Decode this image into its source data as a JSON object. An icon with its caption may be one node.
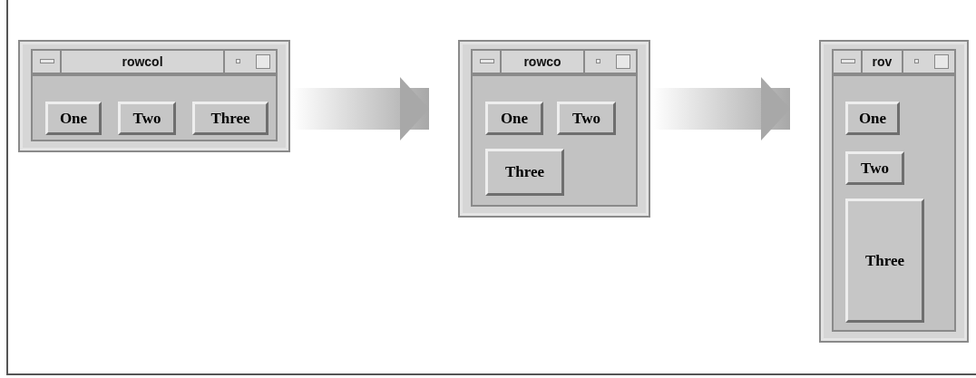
{
  "diagram": {
    "nodes": [
      {
        "text": [
          "rowcol"
        ]
      },
      {
        "text": [
          "One"
        ],
        "in": 0
      },
      {
        "text": [
          "Two"
        ],
        "in": 0
      },
      {
        "text": [
          "Three"
        ],
        "in": 0
      },
      {
        "text": [
          "rowco"
        ]
      },
      {
        "text": [
          "One"
        ],
        "in": 4
      },
      {
        "text": [
          "Two"
        ],
        "in": 4
      },
      {
        "text": [
          "Three"
        ],
        "in": 4
      },
      {
        "text": [
          "rov"
        ]
      },
      {
        "text": [
          "One"
        ],
        "in": 8
      },
      {
        "text": [
          "Two"
        ],
        "in": 8
      },
      {
        "text": [
          "Three"
        ],
        "in": 8
      }
    ],
    "edges": [
      {
        "from": 0,
        "to": 4,
        "arrow": "to"
      },
      {
        "from": 4,
        "to": 8,
        "arrow": "to"
      }
    ]
  }
}
